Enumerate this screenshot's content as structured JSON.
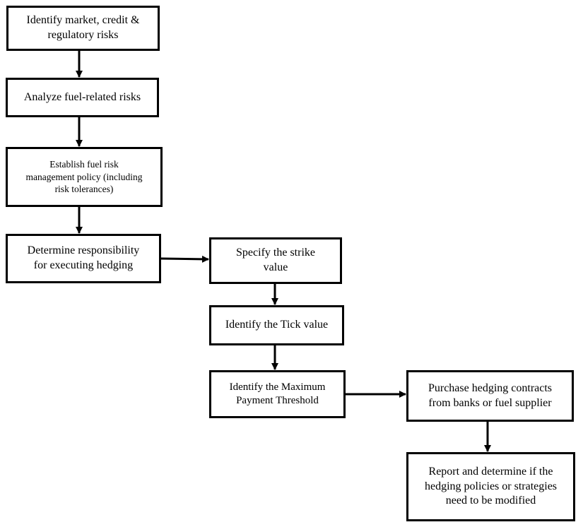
{
  "steps": {
    "identify_risks": "Identify market, credit &\nregulatory risks",
    "analyze_fuel_risks": "Analyze fuel-related risks",
    "establish_policy": "Establish fuel risk\nmanagement policy (including\nrisk tolerances)",
    "determine_responsibility": "Determine responsibility\nfor executing hedging",
    "specify_strike": "Specify the strike\nvalue",
    "identify_tick": "Identify the Tick value",
    "identify_threshold": "Identify the Maximum\nPayment Threshold",
    "purchase_contracts": "Purchase hedging contracts\nfrom banks or fuel supplier",
    "report_determine": "Report and determine if the\nhedging policies or strategies\nneed to be modified"
  },
  "colors": {
    "stroke": "#000000",
    "background": "#ffffff"
  }
}
